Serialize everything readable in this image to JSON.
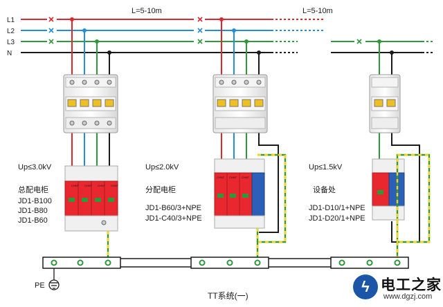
{
  "bus_labels": [
    "L1",
    "L2",
    "L3",
    "N"
  ],
  "distances": [
    "L=5-10m",
    "L=5-10m"
  ],
  "stages": [
    {
      "up": "Up≤3.0kV",
      "title": "总配电柜",
      "models": [
        "JD1-B100",
        "JD1-B80",
        "JD1-B60"
      ]
    },
    {
      "up": "Up≤2.0kV",
      "title": "分配电柜",
      "models": [
        "JD1-B60/3+NPE",
        "JD1-C40/3+NPE"
      ]
    },
    {
      "up": "Up≤1.5kV",
      "title": "设备处",
      "models": [
        "JD1-D10/1+NPE",
        "JD1-D20/1+NPE"
      ]
    }
  ],
  "pe_label": "PE",
  "caption": "TT系统(一)",
  "brand": {
    "name": "电工之家",
    "url": "www.dgzj.com"
  },
  "device_mark": "CHNT",
  "colors": {
    "L1": "#e0262e",
    "L2": "#1e8fd8",
    "L3": "#2a9a3a",
    "N": "#1a1a1a",
    "PE_green": "#3a9a2a",
    "PE_yellow": "#f2d21b",
    "spd_red": "#e8272f",
    "spd_blue": "#2b5fb8"
  }
}
